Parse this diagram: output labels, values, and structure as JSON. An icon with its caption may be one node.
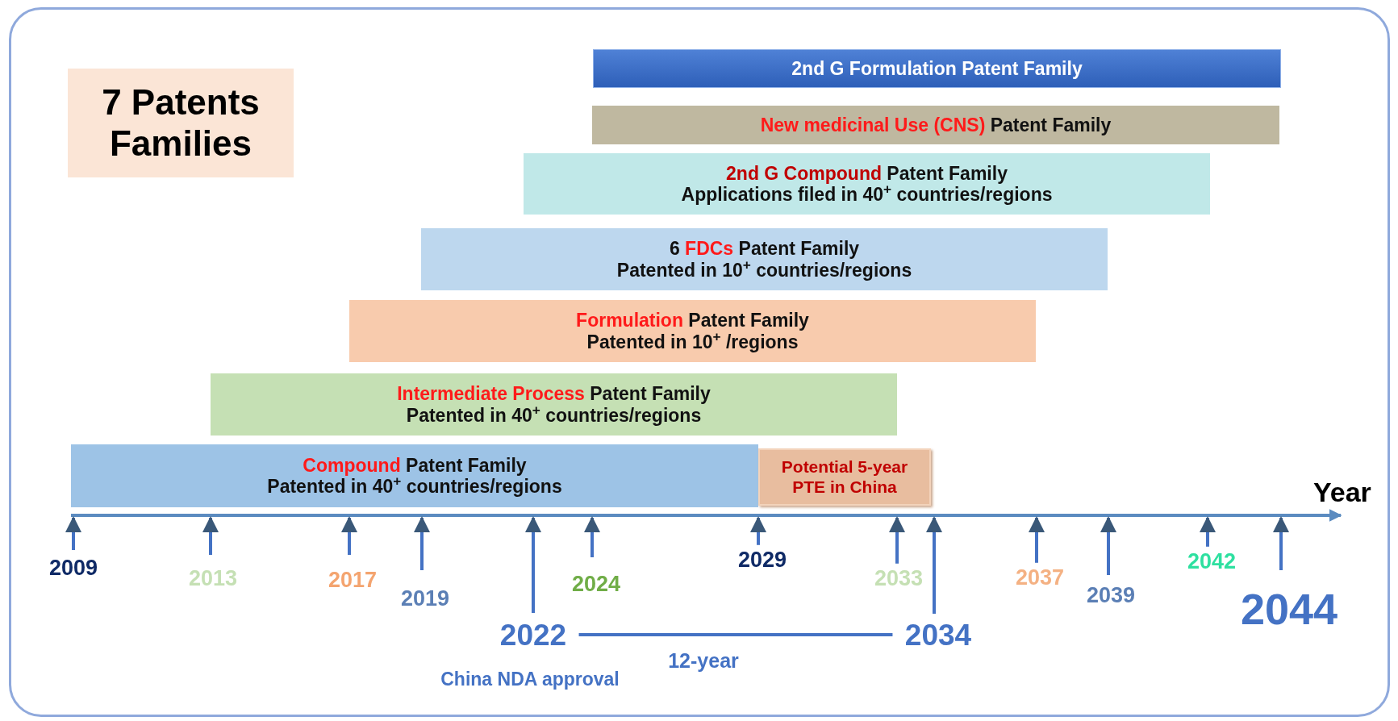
{
  "diagram": {
    "nodes": [
      {
        "text": [
          "7 Patents Families"
        ]
      },
      {
        "text": [
          "2nd G Formulation Patent Family"
        ]
      },
      {
        "text": [
          "*New medicinal Use (CNS)* Patent Family"
        ]
      },
      {
        "text": [
          "*2nd G Compound*  Patent Family",
          "Applications filed in 40$^{+}$ countries/regions"
        ]
      },
      {
        "text": [
          "6 *FDCs* Patent Family",
          "Patented in 10$^{+}$ countries/regions"
        ]
      },
      {
        "text": [
          "*Formulation* Patent Family",
          "Patented in 10$^{+}$ /regions"
        ]
      },
      {
        "text": [
          "*Intermediate Process* Patent Family",
          "Patented in 40$^{+}$ countries/regions"
        ]
      },
      {
        "text": [
          "*Compound* Patent Family",
          "Patented in 40$^{+}$ countries/regions"
        ]
      },
      {
        "text": [
          "Potential 5-year PTE in China"
        ]
      },
      {
        "text": [
          "2009"
        ]
      },
      {
        "text": [
          "2013"
        ]
      },
      {
        "text": [
          "2017"
        ]
      },
      {
        "text": [
          "2019"
        ]
      },
      {
        "text": [
          "2022"
        ],
        "beside": [
          "China NDA approval"
        ]
      },
      {
        "text": [
          "2024"
        ]
      },
      {
        "text": [
          "2029"
        ]
      },
      {
        "text": [
          "2033"
        ]
      },
      {
        "text": [
          "2034"
        ]
      },
      {
        "text": [
          "2037"
        ]
      },
      {
        "text": [
          "2039"
        ]
      },
      {
        "text": [
          "2042"
        ]
      },
      {
        "text": [
          "2044"
        ]
      },
      {
        "text": [],
        "shape": "bar"
      }
    ],
    "edges": [
      {
        "from": 9,
        "to": 22,
        "arrow": "to"
      },
      {
        "from": 10,
        "to": 22,
        "arrow": "to"
      },
      {
        "from": 11,
        "to": 22,
        "arrow": "to"
      },
      {
        "from": 12,
        "to": 22,
        "arrow": "to"
      },
      {
        "from": 13,
        "to": 22,
        "arrow": "to"
      },
      {
        "from": 14,
        "to": 22,
        "arrow": "to"
      },
      {
        "from": 15,
        "to": 22,
        "arrow": "to"
      },
      {
        "from": 16,
        "to": 22,
        "arrow": "to"
      },
      {
        "from": 17,
        "to": 22,
        "arrow": "to"
      },
      {
        "from": 18,
        "to": 22,
        "arrow": "to"
      },
      {
        "from": 19,
        "to": 22,
        "arrow": "to"
      },
      {
        "from": 20,
        "to": 22,
        "arrow": "to"
      },
      {
        "from": 21,
        "to": 22,
        "arrow": "to"
      },
      {
        "from": 13,
        "to": 17,
        "arrow": "none",
        "label": "12-year"
      }
    ],
    "labels": [
      "Year"
    ]
  }
}
